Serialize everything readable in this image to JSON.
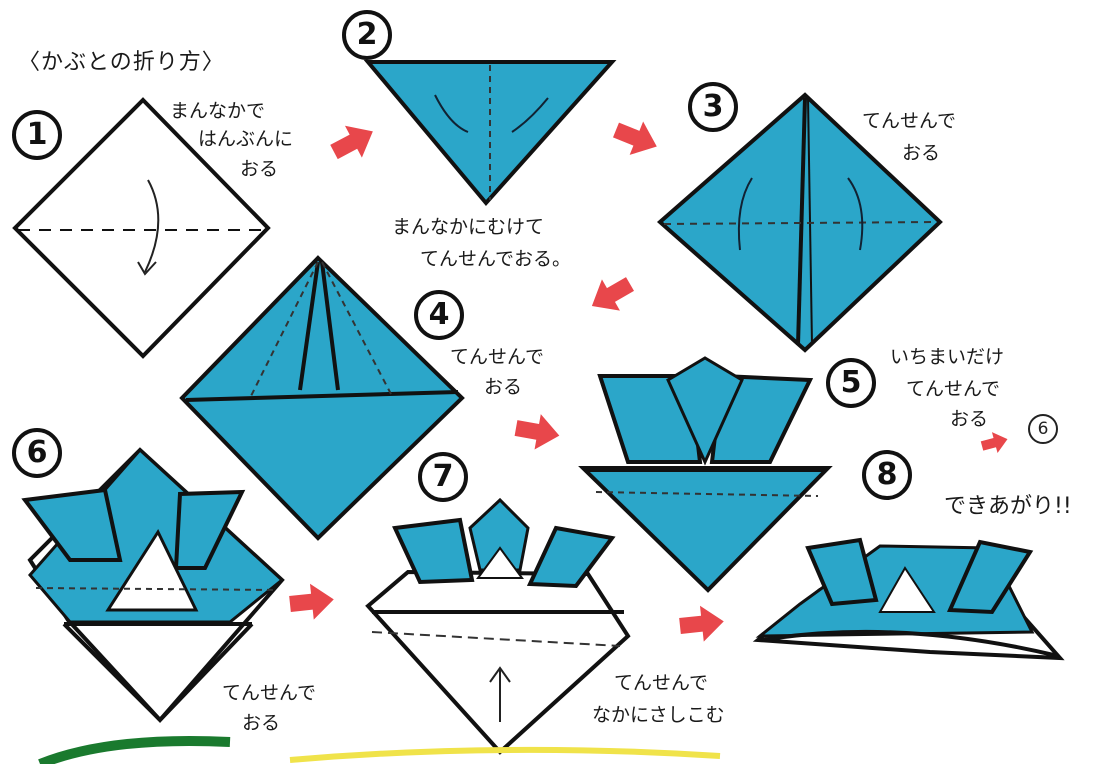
{
  "title": "〈かぶとの折り方〉",
  "colors": {
    "paper": "#2ba6c9",
    "arrow": "#e8474b",
    "outline": "#111111"
  },
  "steps": [
    {
      "number": "1",
      "text": [
        "まんなかで",
        "はんぶんに",
        "おる"
      ]
    },
    {
      "number": "2",
      "text": [
        "まんなかにむけて",
        "てんせんでおる。"
      ]
    },
    {
      "number": "3",
      "text": [
        "てんせんで",
        "おる"
      ]
    },
    {
      "number": "4",
      "text": [
        "てんせんで",
        "おる"
      ]
    },
    {
      "number": "5",
      "text": [
        "いちまいだけ",
        "てんせんで",
        "おる"
      ],
      "ref": "6"
    },
    {
      "number": "6",
      "text": [
        "てんせんで",
        "おる"
      ]
    },
    {
      "number": "7",
      "text": [
        "てんせんで",
        "なかにさしこむ"
      ]
    },
    {
      "number": "8",
      "text": [
        "できあがり!!"
      ]
    }
  ]
}
